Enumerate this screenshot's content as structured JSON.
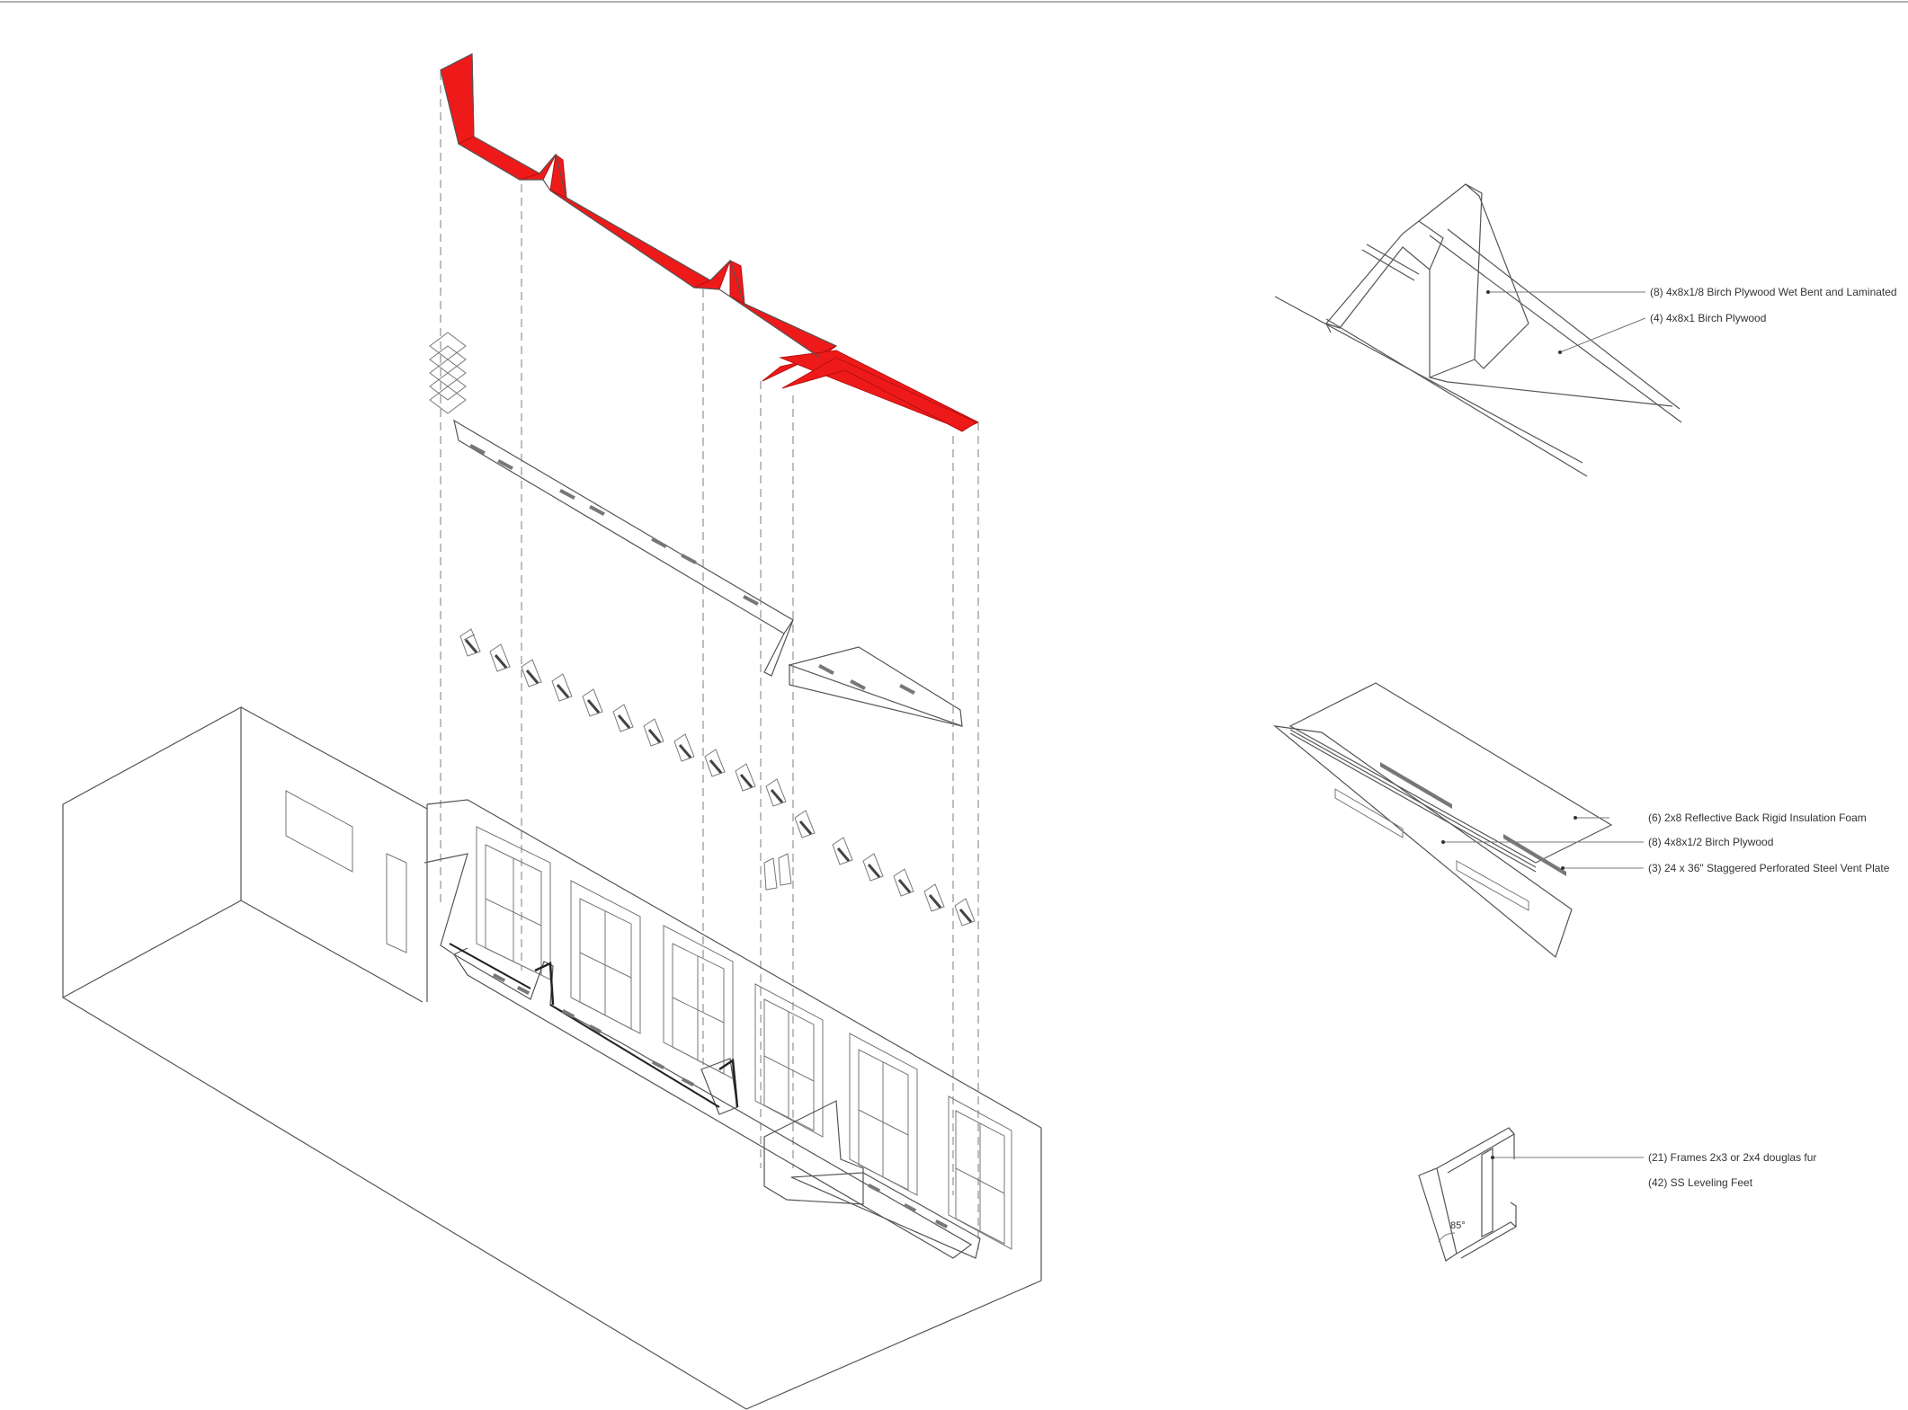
{
  "detail_top": {
    "callouts": [
      "(8) 4x8x1/8 Birch Plywood Wet Bent and Laminated",
      "(4) 4x8x1 Birch Plywood"
    ]
  },
  "detail_middle": {
    "callouts": [
      "(6) 2x8 Reflective Back Rigid Insulation Foam",
      "(8) 4x8x1/2 Birch Plywood",
      "(3) 24 x 36\" Staggered Perforated Steel Vent Plate"
    ]
  },
  "detail_bottom": {
    "callouts": [
      "(21) Frames 2x3  or 2x4  douglas fur",
      "(42) SS Leveling Feet"
    ],
    "angle_label": "85°"
  },
  "colors": {
    "accent": "#ee1a1a",
    "line": "#555555",
    "background": "#ffffff"
  }
}
